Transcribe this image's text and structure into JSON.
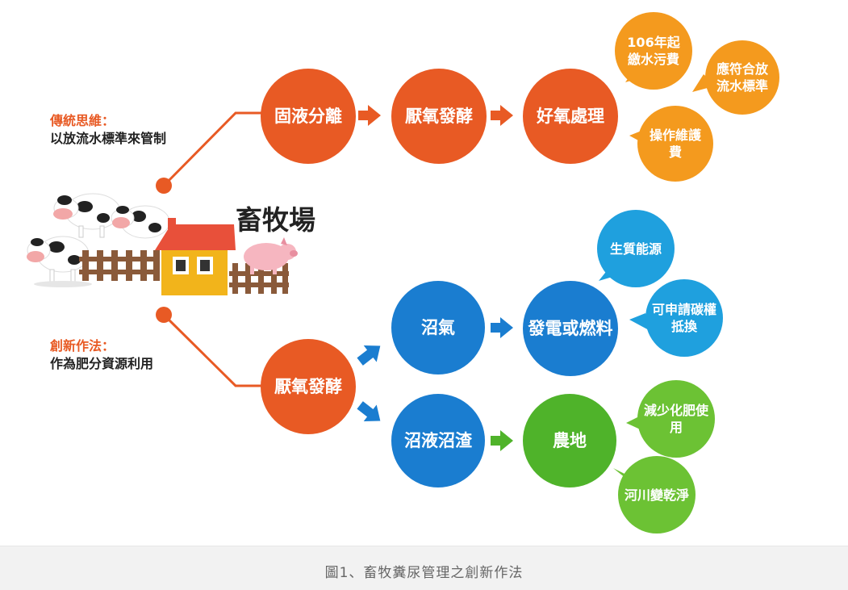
{
  "colors": {
    "orange": "#e85a24",
    "light_orange": "#f49a1e",
    "blue": "#1a7dd0",
    "light_blue": "#1fa0de",
    "green": "#4fb32a",
    "light_green": "#6cc234"
  },
  "farm": {
    "title": "畜牧場"
  },
  "traditional": {
    "heading": "傳統思維：",
    "subtitle": "以放流水標準來管制",
    "steps": [
      "固液分離",
      "厭氧發酵",
      "好氧處理"
    ],
    "bubbles": [
      "106年起繳水污費",
      "應符合放流水標準",
      "操作維護費"
    ]
  },
  "innovative": {
    "heading": "創新作法：",
    "subtitle": "作為肥分資源利用",
    "root": "厭氧發酵",
    "biogas": "沼氣",
    "biogas_use": "發電或燃料",
    "biogas_bubbles": [
      "生質能源",
      "可申請碳權抵換"
    ],
    "digestate": "沼液沼渣",
    "digestate_use": "農地",
    "digestate_bubbles": [
      "減少化肥使用",
      "河川變乾淨"
    ]
  },
  "caption": "圖1、畜牧糞尿管理之創新作法"
}
